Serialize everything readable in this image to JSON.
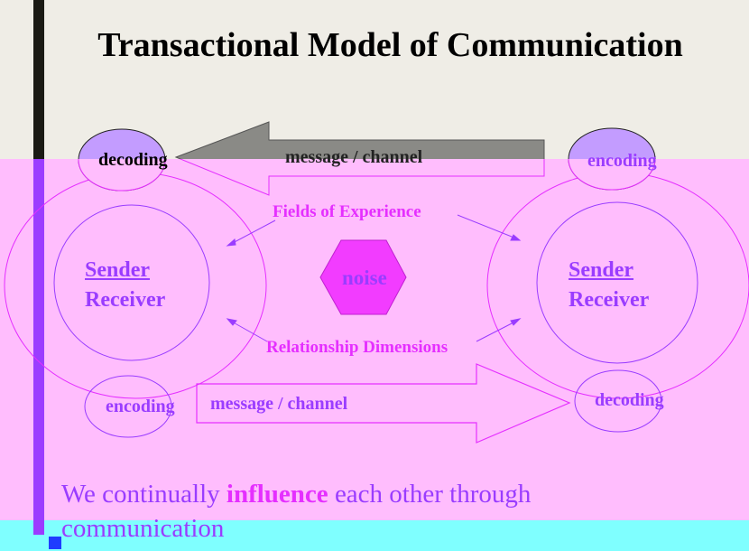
{
  "title": "Transactional Model of Communication",
  "left": {
    "top_oval": "decoding",
    "bottom_oval": "encoding",
    "role_line1": "Sender",
    "role_line2": "Receiver"
  },
  "right": {
    "top_oval": "encoding",
    "bottom_oval": "decoding",
    "role_line1": "Sender",
    "role_line2": "Receiver"
  },
  "top_arrow_label": "message / channel",
  "bottom_arrow_label": "message / channel",
  "fields_label": "Fields of Experience",
  "relationship_label": "Relationship Dimensions",
  "center_label": "noise",
  "caption": {
    "before": "We continually ",
    "highlight": "influence",
    "after": " each other through",
    "line2": "communication"
  },
  "colors": {
    "overlay": "#ffbdfd",
    "magenta": "#e52fff",
    "purple": "#9a3cff",
    "cyan": "#7fffff"
  }
}
